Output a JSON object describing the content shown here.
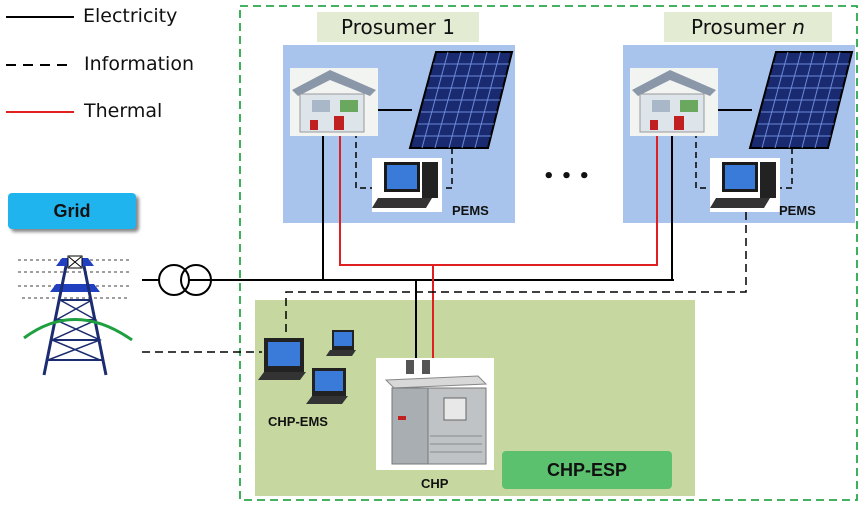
{
  "legend": {
    "electricity": "Electricity",
    "information": "Information",
    "thermal": "Thermal"
  },
  "prosumers": {
    "first_title": "Prosumer 1",
    "last_title_prefix": "Prosumer ",
    "last_title_var": "n",
    "pems_label": "PEMS",
    "ellipsis": "• • •"
  },
  "grid": {
    "label": "Grid"
  },
  "chp_esp": {
    "label": "CHP-ESP",
    "ems_label": "CHP-EMS",
    "chp_label": "CHP"
  },
  "colors": {
    "electricity": "#000000",
    "thermal": "#e02020",
    "prosumer_bg": "#a9c4ec",
    "chp_area_bg": "#c6d8a0",
    "boundary": "#2aa84a",
    "grid_label_bg": "#1fb4ee",
    "chp_esp_label_bg": "#5cc16e"
  }
}
